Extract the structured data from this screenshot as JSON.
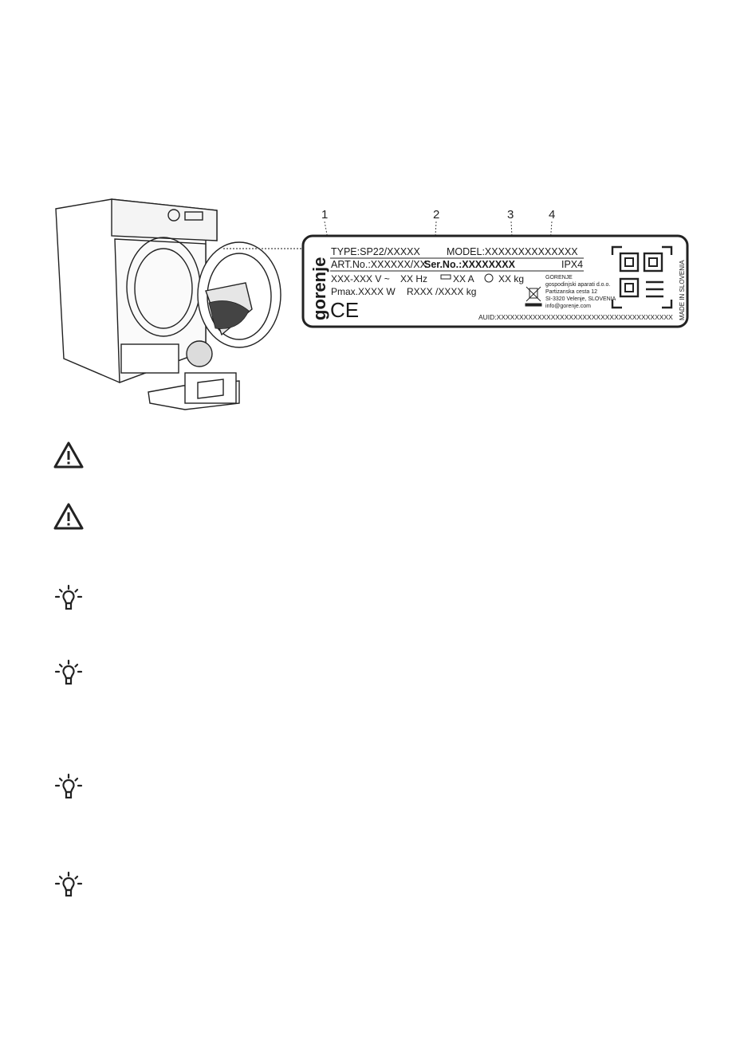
{
  "callouts": [
    "1",
    "2",
    "3",
    "4"
  ],
  "rating_plate": {
    "brand": "gorenje",
    "type": "TYPE:SP22/XXXXX",
    "model": "MODEL:XXXXXXXXXXXXXX",
    "art_no": "ART.No.:XXXXXX/XX",
    "ser_no": "Ser.No.:XXXXXXXX",
    "ipx": "IPX4",
    "voltage": "XXX-XXX V ~",
    "frequency": "XX Hz",
    "current": "XX A",
    "weight": "XX kg",
    "pmax": "Pmax.XXXX W",
    "refrigerant": "RXXX /XXXX kg",
    "manufacturer_lines": [
      "GORENJE",
      "gospodinjski aparati d.o.o.",
      "Partizanska cesta 12",
      "SI-3320 Velenje, SLOVENIA",
      "info@gorenje.com"
    ],
    "auid": "AUID:XXXXXXXXXXXXXXXXXXXXXXXXXXXXXXXXXXXXXXX",
    "ce_mark": "CE",
    "made_in": "MADE IN SLOVENIA"
  },
  "icons": [
    {
      "name": "warning-icon"
    },
    {
      "name": "warning-icon"
    },
    {
      "name": "lightbulb-icon"
    },
    {
      "name": "lightbulb-icon"
    },
    {
      "name": "lightbulb-icon"
    },
    {
      "name": "lightbulb-icon"
    }
  ]
}
